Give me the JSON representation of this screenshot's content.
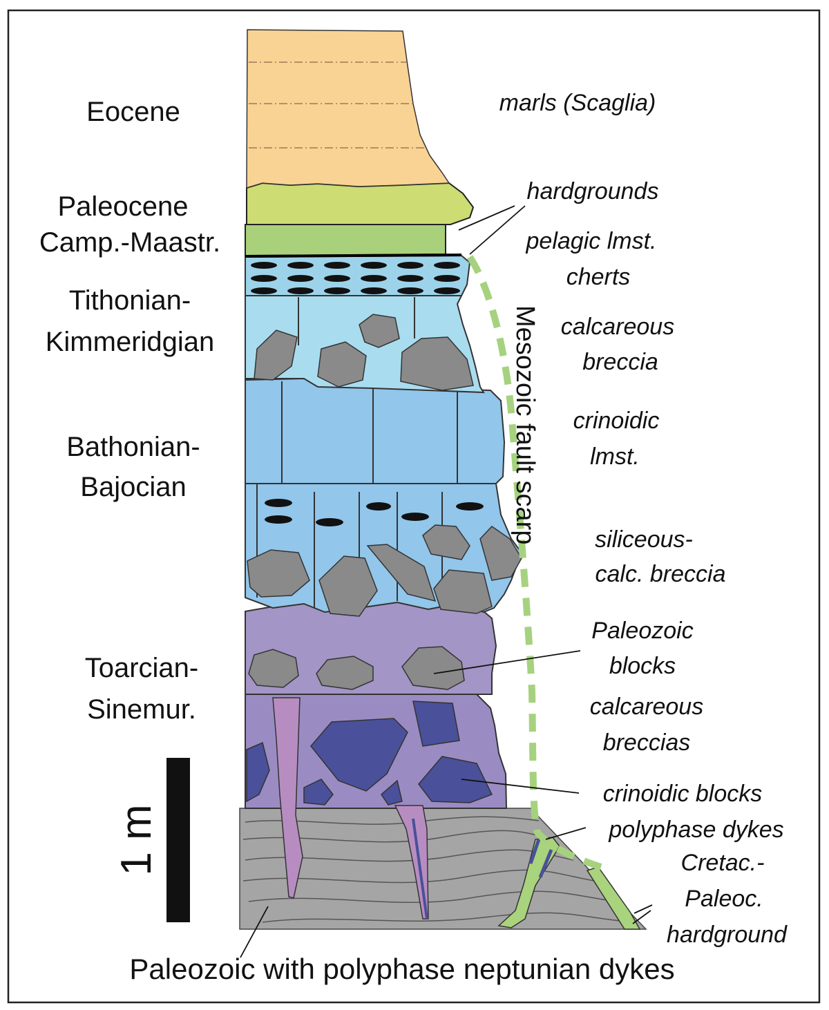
{
  "ages": {
    "eocene": "Eocene",
    "paleocene": "Paleocene",
    "camp_maastr": "Camp.-Maastr.",
    "tithonian_1": "Tithonian-",
    "tithonian_2": "Kimmeridgian",
    "bathonian_1": "Bathonian-",
    "bathonian_2": "Bajocian",
    "toarcian_1": "Toarcian-",
    "toarcian_2": "Sinemur."
  },
  "lithology": {
    "marls": "marls (Scaglia)",
    "hardgrounds": "hardgrounds",
    "pelagic": "pelagic lmst.",
    "cherts": "cherts",
    "calc_breccia_1": "calcareous",
    "calc_breccia_2": "breccia",
    "crinoidic_1": "crinoidic",
    "crinoidic_2": "lmst.",
    "siliceous_1": "siliceous-",
    "siliceous_2": "calc. breccia",
    "paleozoic_blocks_1": "Paleozoic",
    "paleozoic_blocks_2": "blocks",
    "calc_breccias_1": "calcareous",
    "calc_breccias_2": "breccias",
    "crinoidic_blocks": "crinoidic blocks",
    "polyphase_dykes": "polyphase dykes",
    "cretac_1": "Cretac.-",
    "cretac_2": "Paleoc.",
    "cretac_3": "hardground"
  },
  "fault_scarp_label": "Mesozoic fault scarp",
  "scale_bar_label": "1 m",
  "bottom_caption": "Paleozoic with polyphase neptunian dykes",
  "colors": {
    "marls": "#f9d394",
    "paleocene": "#cddc73",
    "camp_maastr": "#a9d07a",
    "chert_band": "#9dd3ea",
    "tithonian": "#a9dcef",
    "bathonian": "#92c6ea",
    "toarcian": "#a395c5",
    "sinemurian": "#9a8cc2",
    "clasts": "#8a8a8a",
    "crinoid_blocks": "#4a5099",
    "dykes": "#b78dc1",
    "paleozoic": "#a5a5a5",
    "hardground_green": "#a9d37c",
    "scarp_dashes": "#a6d27f"
  }
}
